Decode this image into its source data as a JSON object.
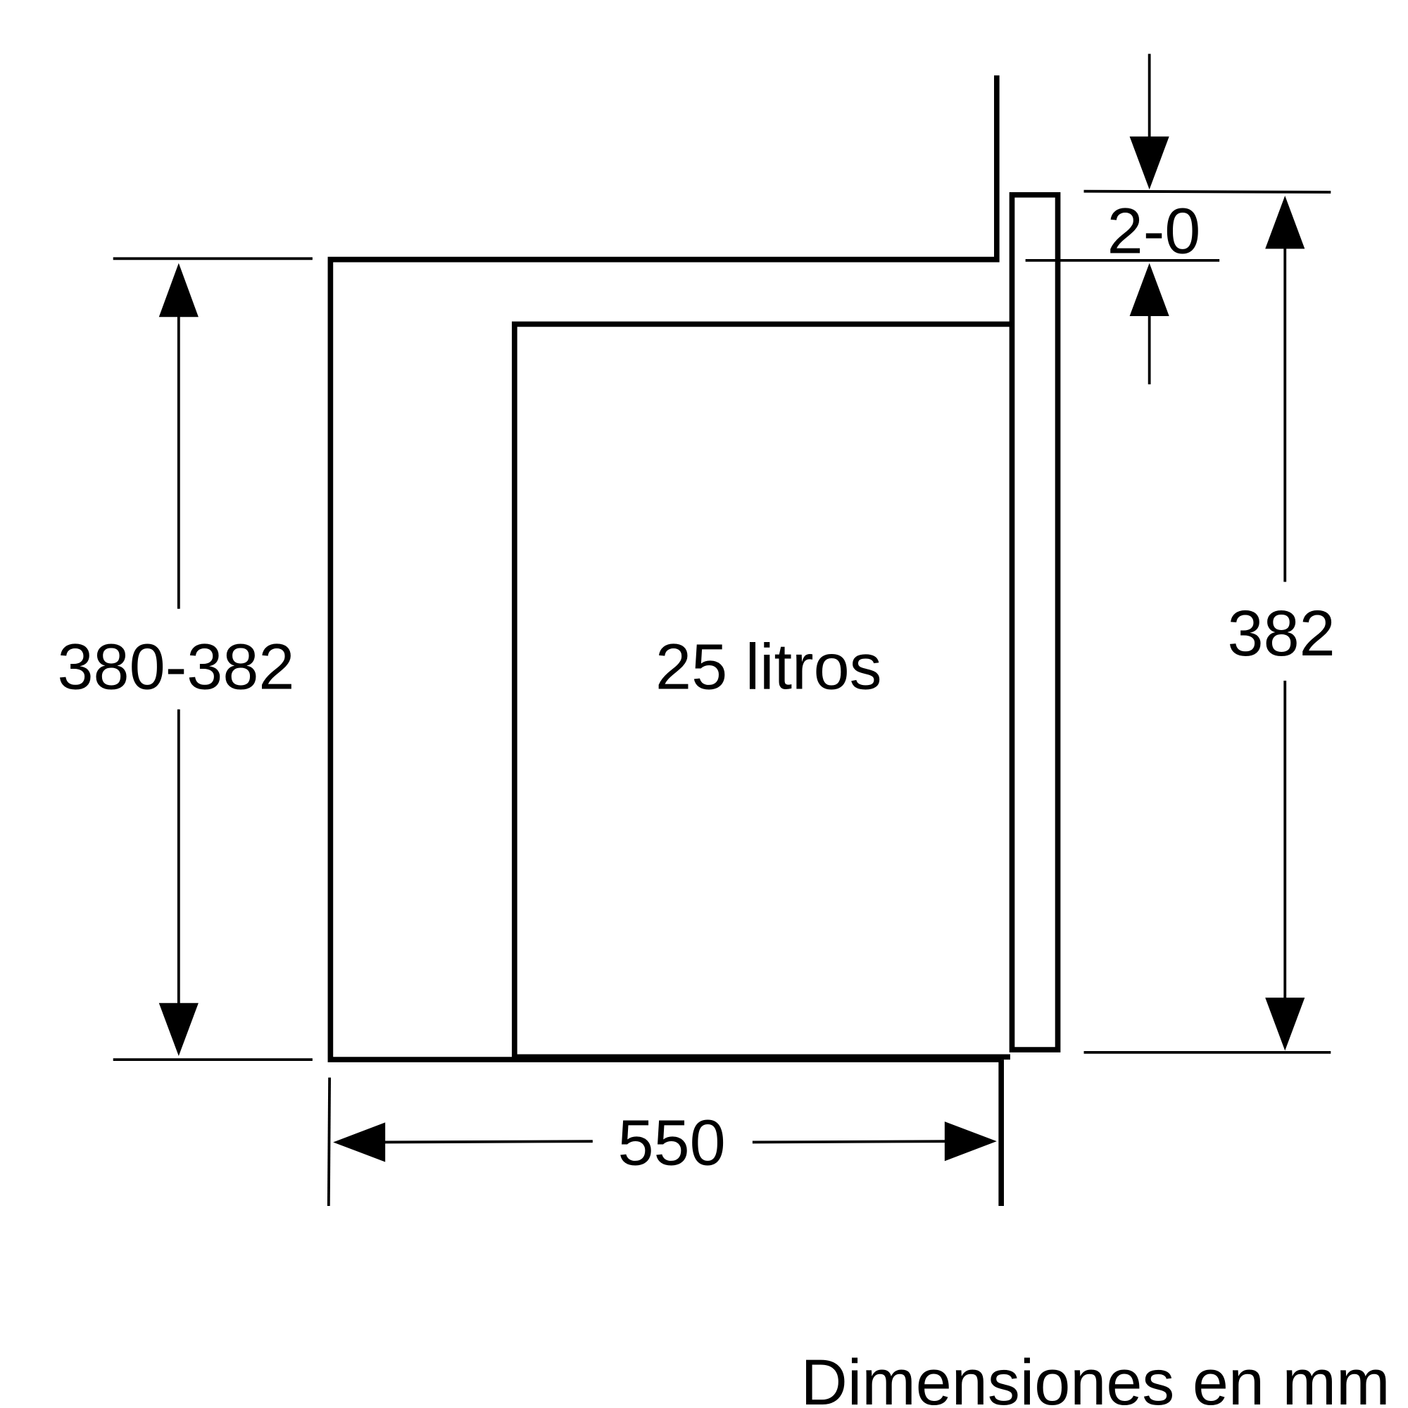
{
  "diagram": {
    "type": "installation dimension drawing",
    "labels": {
      "left_height": "380-382",
      "capacity": "25 litros",
      "right_height": "382",
      "gap": "2-0",
      "depth": "550",
      "units_note": "Dimensiones en mm"
    },
    "colors": {
      "line": "#000000",
      "background": "#ffffff"
    }
  }
}
